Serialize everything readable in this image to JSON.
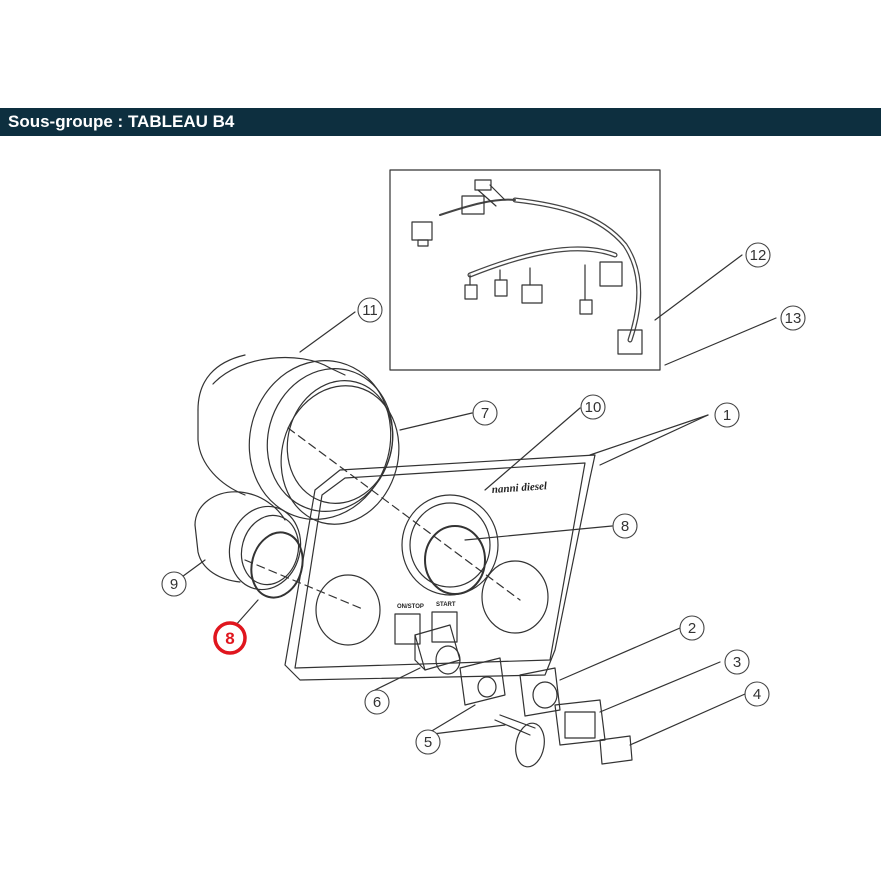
{
  "header": {
    "title": "Sous-groupe : TABLEAU B4"
  },
  "diagram": {
    "panel_logo": "nanni diesel",
    "switch_labels": {
      "left": "ON/STOP",
      "right": "START"
    },
    "callouts": [
      {
        "id": "c1",
        "label": "1",
        "highlighted": false
      },
      {
        "id": "c2",
        "label": "2",
        "highlighted": false
      },
      {
        "id": "c3",
        "label": "3",
        "highlighted": false
      },
      {
        "id": "c4",
        "label": "4",
        "highlighted": false
      },
      {
        "id": "c5",
        "label": "5",
        "highlighted": false
      },
      {
        "id": "c6",
        "label": "6",
        "highlighted": false
      },
      {
        "id": "c7",
        "label": "7",
        "highlighted": false
      },
      {
        "id": "c8a",
        "label": "8",
        "highlighted": false
      },
      {
        "id": "c8b",
        "label": "8",
        "highlighted": true
      },
      {
        "id": "c9",
        "label": "9",
        "highlighted": false
      },
      {
        "id": "c10",
        "label": "10",
        "highlighted": false
      },
      {
        "id": "c11",
        "label": "11",
        "highlighted": false
      },
      {
        "id": "c12",
        "label": "12",
        "highlighted": false
      },
      {
        "id": "c13",
        "label": "13",
        "highlighted": false
      }
    ],
    "colors": {
      "header_bg": "#0d2f3f",
      "highlight": "#e0161e",
      "line": "#333333"
    }
  }
}
